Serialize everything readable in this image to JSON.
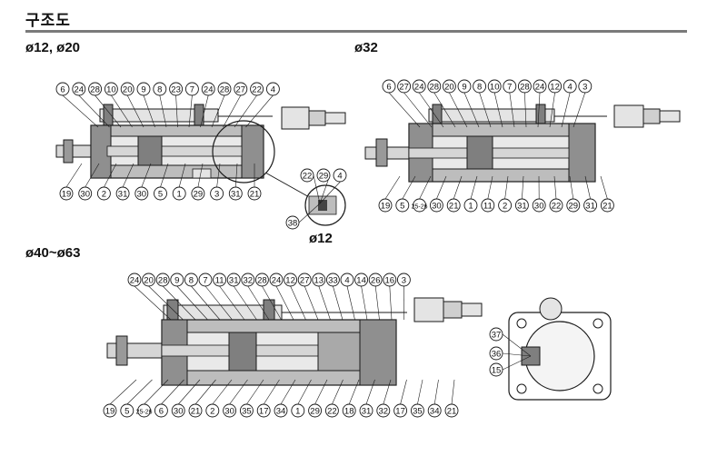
{
  "page_title": "구조도",
  "sections": {
    "a": {
      "label": "ø12, ø20",
      "detail_label": "ø12"
    },
    "b": {
      "label": "ø32"
    },
    "c": {
      "label": "ø40~ø63"
    }
  },
  "callouts": {
    "a_top": [
      "6",
      "24",
      "28",
      "10",
      "20",
      "9",
      "8",
      "23",
      "7",
      "24",
      "28",
      "27",
      "22",
      "4"
    ],
    "a_bottom": [
      "19",
      "30",
      "2",
      "31",
      "30",
      "5",
      "1",
      "29",
      "3",
      "31",
      "21"
    ],
    "a_detail": [
      "22",
      "29",
      "4",
      "38"
    ],
    "b_top": [
      "6",
      "27",
      "24",
      "28",
      "20",
      "9",
      "8",
      "10",
      "7",
      "28",
      "24",
      "12",
      "4",
      "3"
    ],
    "b_bottom": [
      "19",
      "5",
      "25-26",
      "30",
      "21",
      "1",
      "11",
      "2",
      "31",
      "30",
      "22",
      "29",
      "31",
      "21"
    ],
    "c_top": [
      "24",
      "20",
      "28",
      "9",
      "8",
      "7",
      "11",
      "31",
      "32",
      "28",
      "24",
      "12",
      "27",
      "13",
      "33",
      "4",
      "14",
      "26",
      "16",
      "3"
    ],
    "c_bottom": [
      "19",
      "5",
      "25-26",
      "6",
      "30",
      "21",
      "2",
      "30",
      "35",
      "17",
      "34",
      "1",
      "29",
      "22",
      "18",
      "31",
      "32",
      "17",
      "35",
      "34",
      "21"
    ],
    "c_end": [
      "37",
      "36",
      "15"
    ]
  },
  "colors": {
    "body": "#bdbdbd",
    "dark": "#7f7f7f",
    "light": "#e4e4e4",
    "line": "#1a1a1a"
  }
}
